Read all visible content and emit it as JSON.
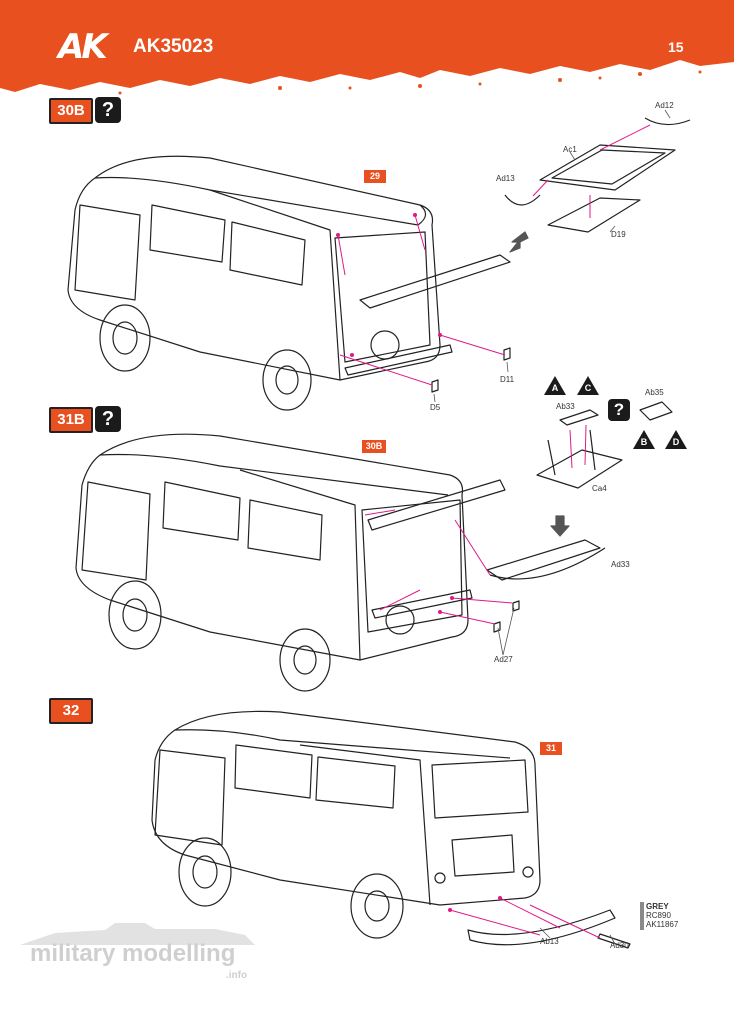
{
  "header": {
    "logo": "AK",
    "product_code": "AK35023",
    "page_number": "15",
    "brand_color": "#e8501f"
  },
  "steps": [
    {
      "number": "30B",
      "has_question": true,
      "question_label": "?",
      "reference": "29",
      "parts": [
        "Ad12",
        "Ac1",
        "Ad13",
        "D19",
        "D11",
        "D5"
      ]
    },
    {
      "number": "31B",
      "has_question": true,
      "question_label": "?",
      "reference": "30B",
      "parts": [
        "Ab33",
        "Ab35",
        "Ca4",
        "Ad33",
        "Ad27"
      ],
      "options_left": [
        "A",
        "C"
      ],
      "options_right": [
        "B",
        "D"
      ],
      "option_question": "?"
    },
    {
      "number": "32",
      "has_question": false,
      "reference": "31",
      "parts": [
        "Ab13",
        "Ad30"
      ],
      "paint": {
        "name": "GREY",
        "codes": [
          "RC890",
          "AK11867"
        ],
        "swatch_color": "#8a8a8a"
      }
    }
  ],
  "watermark": {
    "main": "military modelling",
    "suffix": ".info"
  }
}
